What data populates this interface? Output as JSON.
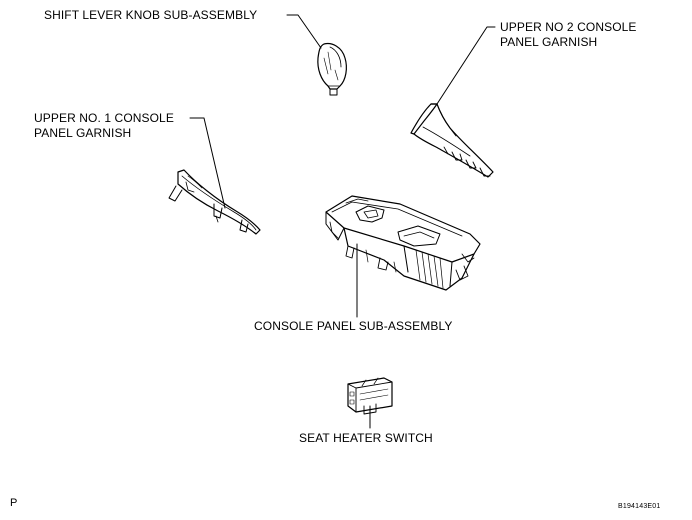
{
  "labels": {
    "shift_knob": "SHIFT LEVER KNOB SUB-ASSEMBLY",
    "upper_no2_line1": "UPPER NO  2 CONSOLE",
    "upper_no2_line2": "PANEL GARNISH",
    "upper_no1_line1": "UPPER NO. 1 CONSOLE",
    "upper_no1_line2": "PANEL GARNISH",
    "console_panel": "CONSOLE PANEL SUB-ASSEMBLY",
    "seat_heater": "SEAT HEATER SWITCH"
  },
  "corner_mark": "P",
  "figure_code": "B194143E01"
}
